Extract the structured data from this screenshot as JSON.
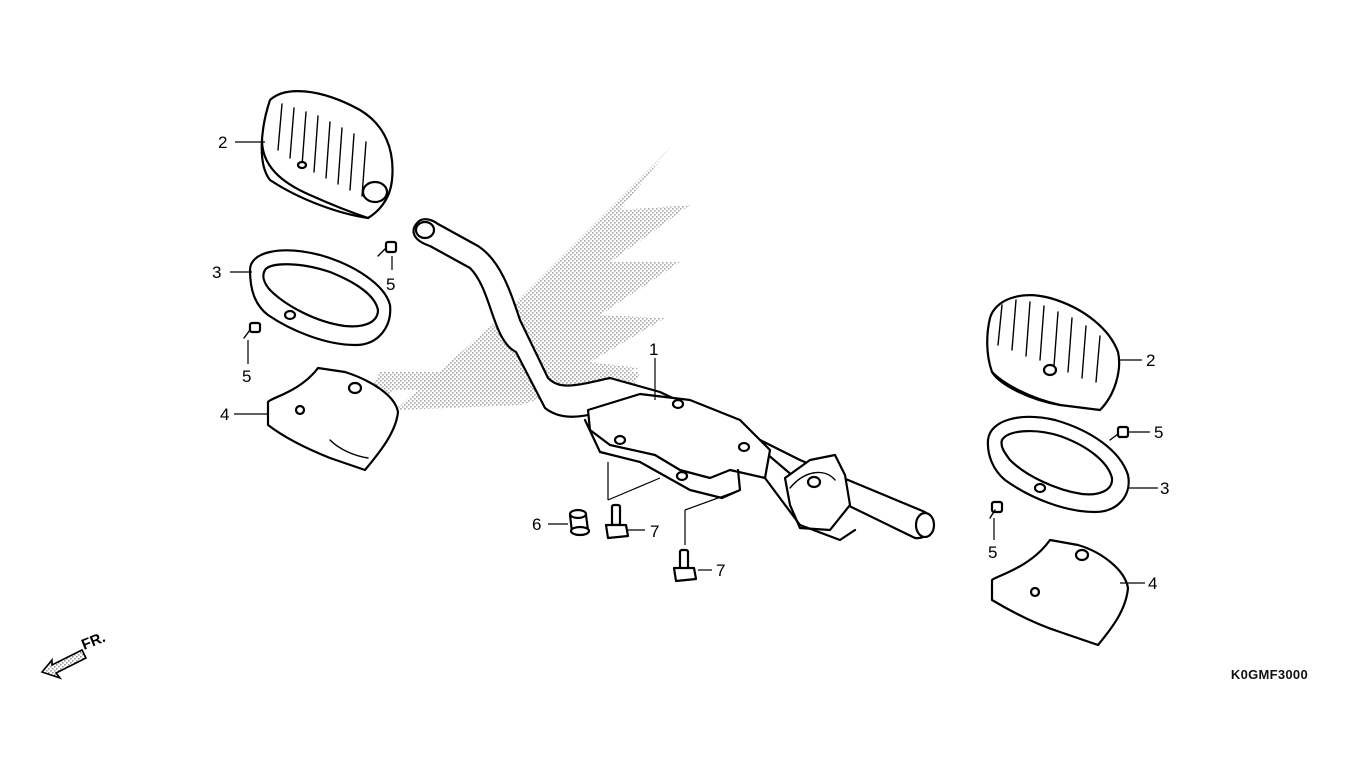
{
  "diagram": {
    "part_code": "K0GMF3000",
    "direction_label": "FR.",
    "callouts": {
      "bar": "1",
      "left_rubber": "2",
      "left_frame": "3",
      "left_cover": "4",
      "left_screw_a": "5",
      "left_screw_b": "5",
      "collar": "6",
      "bolt_a": "7",
      "bolt_b": "7",
      "right_rubber": "2",
      "right_screw_a": "5",
      "right_frame": "3",
      "right_screw_b": "5",
      "right_cover": "4"
    },
    "parts": [
      "step-bar",
      "step-rubber",
      "step-frame",
      "step-cover",
      "screw",
      "collar",
      "flange-bolt"
    ]
  }
}
